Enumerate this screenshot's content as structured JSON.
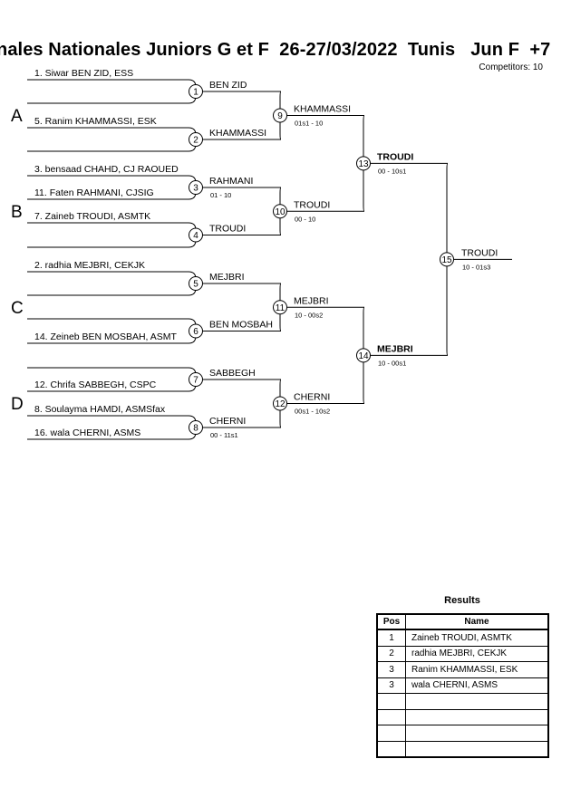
{
  "header": {
    "title": "nales Nationales Juniors G et F  26-27/03/2022  Tunis   Jun F  +7",
    "competitors": "Competitors: 10"
  },
  "groups": [
    "A",
    "B",
    "C",
    "D"
  ],
  "entries": [
    "1. Siwar BEN ZID, ESS",
    "5. Ranim KHAMMASSI, ESK",
    "3. bensaad CHAHD, CJ RAOUED",
    "11. Faten RAHMANI, CJSIG",
    "7. Zaineb TROUDI, ASMTK",
    "2. radhia MEJBRI, CEKJK",
    "14. Zeineb BEN MOSBAH, ASMT",
    "12. Chrifa SABBEGH, CSPC",
    "8. Soulayma HAMDI, ASMSfax",
    "16. wala CHERNI, ASMS"
  ],
  "matches": [
    {
      "num": "1",
      "winner": "BEN ZID",
      "score": ""
    },
    {
      "num": "2",
      "winner": "KHAMMASSI",
      "score": ""
    },
    {
      "num": "3",
      "winner": "RAHMANI",
      "score": "01 - 10"
    },
    {
      "num": "4",
      "winner": "TROUDI",
      "score": ""
    },
    {
      "num": "5",
      "winner": "MEJBRI",
      "score": ""
    },
    {
      "num": "6",
      "winner": "BEN MOSBAH",
      "score": ""
    },
    {
      "num": "7",
      "winner": "SABBEGH",
      "score": ""
    },
    {
      "num": "8",
      "winner": "CHERNI",
      "score": "00 - 11s1"
    },
    {
      "num": "9",
      "winner": "KHAMMASSI",
      "score": "01s1 - 10"
    },
    {
      "num": "10",
      "winner": "TROUDI",
      "score": "00 - 10"
    },
    {
      "num": "11",
      "winner": "MEJBRI",
      "score": "10 - 00s2"
    },
    {
      "num": "12",
      "winner": "CHERNI",
      "score": "00s1 - 10s2"
    },
    {
      "num": "13",
      "winner": "TROUDI",
      "score": "00 - 10s1"
    },
    {
      "num": "14",
      "winner": "MEJBRI",
      "score": "10 - 00s1"
    },
    {
      "num": "15",
      "winner": "TROUDI",
      "score": "10 - 01s3"
    }
  ],
  "results": {
    "title": "Results",
    "col_pos": "Pos",
    "col_name": "Name",
    "rows": [
      {
        "pos": "1",
        "name": "Zaineb TROUDI, ASMTK"
      },
      {
        "pos": "2",
        "name": "radhia MEJBRI, CEKJK"
      },
      {
        "pos": "3",
        "name": "Ranim KHAMMASSI, ESK"
      },
      {
        "pos": "3",
        "name": "wala CHERNI, ASMS"
      },
      {
        "pos": "",
        "name": ""
      },
      {
        "pos": "",
        "name": ""
      },
      {
        "pos": "",
        "name": ""
      },
      {
        "pos": "",
        "name": ""
      }
    ]
  }
}
